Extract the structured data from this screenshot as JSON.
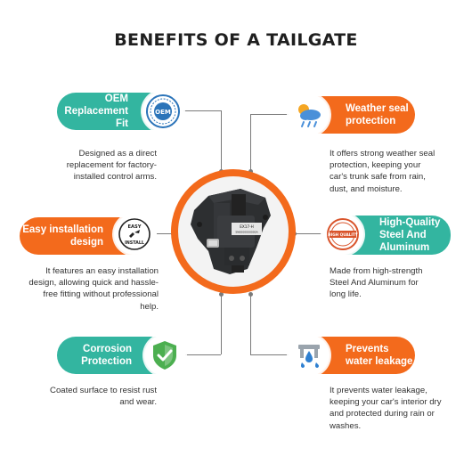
{
  "title": "BENEFITS OF A TAILGATE",
  "colors": {
    "teal": "#33b5a0",
    "orange": "#f36a1c"
  },
  "benefits": [
    {
      "label_lines": [
        "OEM",
        "Replacement Fit"
      ],
      "icon": "oem-badge-icon",
      "icon_text": "OEM",
      "description": "Designed as a direct replacement for factory-installed control arms."
    },
    {
      "label_lines": [
        "Weather seal",
        "protection"
      ],
      "icon": "weather-icon",
      "description": "It offers strong weather seal protection, keeping your car's trunk safe from rain, dust, and moisture."
    },
    {
      "label_lines": [
        "Easy installation",
        "design"
      ],
      "icon": "easy-install-icon",
      "icon_text_top": "EASY",
      "icon_text_bottom": "INSTALL",
      "description": "It features an easy installation design, allowing quick and hassle-free fitting without professional help."
    },
    {
      "label_lines": [
        "High-Quality",
        "Steel And",
        "Aluminum"
      ],
      "icon": "high-quality-stamp-icon",
      "icon_text": "HIGH QUALITY",
      "description": "Made from high-strength Steel And Aluminum for long life."
    },
    {
      "label_lines": [
        "Corrosion",
        "Protection"
      ],
      "icon": "shield-check-icon",
      "description": "Coated surface to resist rust and wear."
    },
    {
      "label_lines": [
        "Prevents",
        "water leakage"
      ],
      "icon": "water-drop-icon",
      "description": "It prevents water leakage, keeping your car's interior dry and protected during rain or washes."
    }
  ],
  "product": {
    "image": "tailgate-latch-image",
    "label_line1": "EX17-H",
    "label_line2": "5N0000000000A"
  }
}
